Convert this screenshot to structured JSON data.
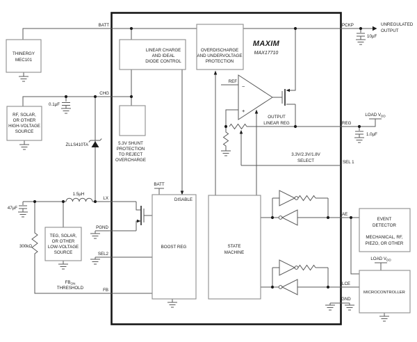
{
  "colors": {
    "wire": "#575757",
    "box_border": "#8d8d8d",
    "chip_border": "#161616",
    "text": "#1a1a1a",
    "bg": "#ffffff"
  },
  "chip": {
    "brand": "MAXIM",
    "part": "MAX17710"
  },
  "pins": {
    "batt": "BATT",
    "chg": "CHG",
    "lx": "LX",
    "pgnd": "PGND",
    "sel2": "SEL2",
    "fb": "FB",
    "pckp": "PCKP",
    "reg": "REG",
    "sel1": "SEL 1",
    "ae": "AE",
    "lce": "LCE",
    "gnd": "GND"
  },
  "blocks": {
    "thinergy": {
      "line1": "THINERGY",
      "line2": "MEC101"
    },
    "hv_source": {
      "line1": "RF, SOLAR,",
      "line2": "OR OTHER",
      "line3": "HIGH-VOLTAGE",
      "line4": "SOURCE"
    },
    "lv_source": {
      "line1": "TEG, SOLAR,",
      "line2": "OR OTHER",
      "line3": "LOW-VOLTAGE",
      "line4": "SOURCE"
    },
    "linear_charge": {
      "line1": "LINEAR CHARGE",
      "line2": "AND IDEAL",
      "line3": "DIODE CONTROL"
    },
    "overdischarge": {
      "line1": "OVERDISCHARGE",
      "line2": "AND UNDERVOLTAGE",
      "line3": "PROTECTION"
    },
    "boost_reg": {
      "label": "BOOST REG",
      "disable": "DISABLE",
      "batt_tap": "BATT"
    },
    "state_machine": {
      "line1": "STATE",
      "line2": "MACHINE"
    },
    "event_detector": {
      "line1": "EVENT",
      "line2": "DETECTOR",
      "line3": "MECHANICAL, RF,",
      "line4": "PIEZO, OR OTHER"
    },
    "microcontroller": {
      "label": "MICROCONTROLLER"
    }
  },
  "notes": {
    "shunt": {
      "line1": "5.3V SHUNT",
      "line2": "PROTECTION",
      "line3": "TO REJECT",
      "line4": "OVERCHARGE"
    },
    "select": {
      "line1": "3.3V/2.3V/1.8V",
      "line2": "SELECT"
    },
    "output_reg": {
      "line1": "OUTPUT",
      "line2": "LINEAR REG"
    },
    "ref": "REF",
    "fb_threshold": {
      "main": "FB",
      "sub": "ON",
      "line2": "THRESHOLD"
    },
    "unregulated": {
      "line1": "UNREGULATED",
      "line2": "OUTPUT"
    },
    "load_vdd": {
      "main": "LOAD V",
      "sub": "DD"
    }
  },
  "components": {
    "cap_chg": "0.1µF",
    "diode": "ZLLS410TA",
    "inductor": "1.5µH",
    "cap_lx": "47µF",
    "res_fb": "300kΩ",
    "cap_pckp": "10µF",
    "cap_reg": "1.0µF"
  },
  "opamp": {
    "minus": "−",
    "plus": "+"
  }
}
